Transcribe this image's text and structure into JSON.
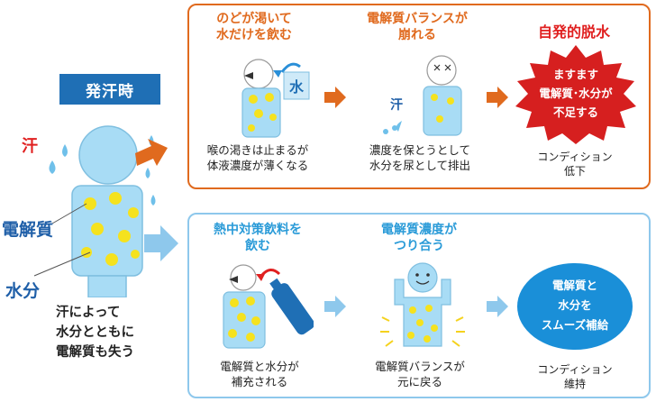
{
  "sweat_badge": "発汗時",
  "labels": {
    "sweat": "汗",
    "electrolyte": "電解質",
    "water": "水分",
    "water_kanji": "水",
    "sweat_small": "汗"
  },
  "left_caption": [
    "汗によって",
    "水分とともに",
    "電解質も失う"
  ],
  "top": {
    "step1_title": [
      "のどが渇いて",
      "水だけを飲む"
    ],
    "step1_desc": [
      "喉の渇きは止まるが",
      "体液濃度が薄くなる"
    ],
    "step2_title": [
      "電解質バランスが",
      "崩れる"
    ],
    "step2_desc": [
      "濃度を保とうとして",
      "水分を尿として排出"
    ],
    "result_title": "自発的脱水",
    "result_burst": [
      "ますます",
      "電解質･水分が",
      "不足する"
    ],
    "result_desc": [
      "コンディション",
      "低下"
    ]
  },
  "bottom": {
    "step1_title": [
      "熱中対策飲料を",
      "飲む"
    ],
    "step1_desc": [
      "電解質と水分が",
      "補充される"
    ],
    "step2_title": [
      "電解質濃度が",
      "つり合う"
    ],
    "step2_desc": [
      "電解質バランスが",
      "元に戻る"
    ],
    "result_circle": [
      "電解質と",
      "水分を",
      "スムーズ補給"
    ],
    "result_desc": [
      "コンディション",
      "維持"
    ]
  },
  "colors": {
    "orange": "#e06a1e",
    "light_blue": "#8ec8ec",
    "body_blue": "#a8dcf5",
    "electrolyte_yellow": "#f5e21e",
    "red": "#e02020",
    "navy": "#1f6fb5"
  }
}
